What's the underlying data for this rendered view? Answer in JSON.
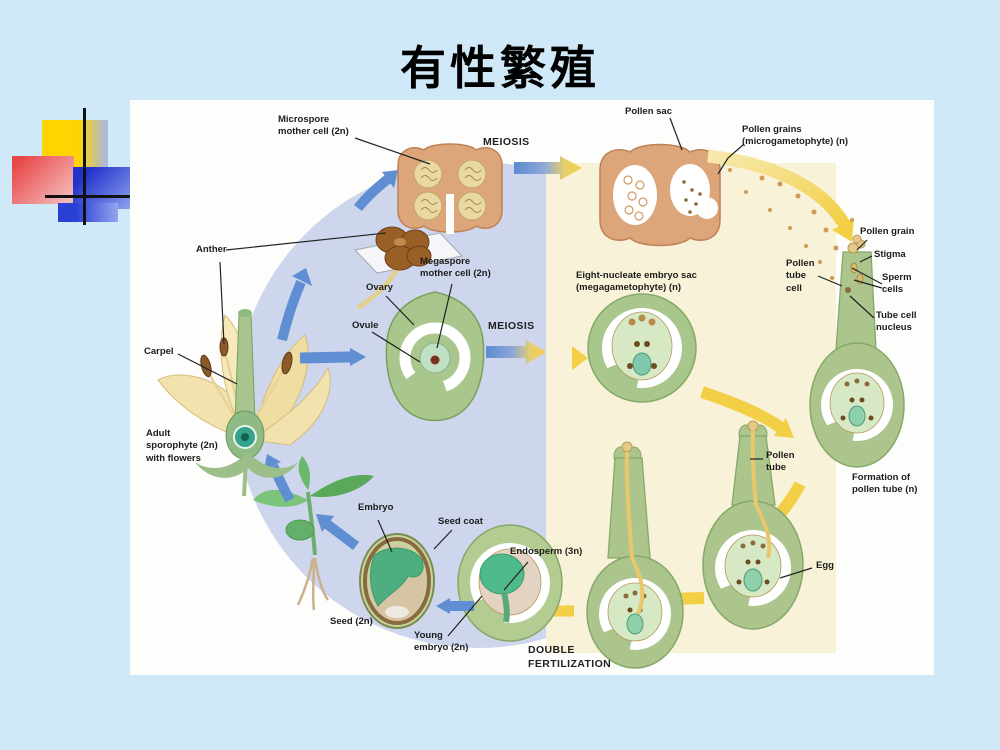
{
  "slide": {
    "title": "有性繁殖"
  },
  "palette": {
    "slide_bg": "#cfe9f8",
    "panel_bg": "#fdfdfb",
    "sporophyte_circle_blue": "#cdd6ec",
    "gametophyte_area_yellow": "#f8f2d8",
    "blue_arrow": "#5f8fd2",
    "yellow_arrow": "#f2cf45",
    "anther_tan": "#dda57a",
    "microspore_yellow": "#e9d8a2",
    "plant_green": "#abc58d",
    "ovule_inner_green": "#d6e8c4",
    "egg_teal": "#7fc8ac",
    "embryo_green": "#4fae7f",
    "seed_coat_brown": "#8a6a3e",
    "decor_yellow": "#ffd400",
    "decor_red": "#e84848",
    "decor_blue": "#2a3fd4"
  },
  "diagram": {
    "labels": {
      "microspore_mother_cell": "Microspore\nmother cell (2n)",
      "meiosis_top": "MEIOSIS",
      "pollen_sac": "Pollen sac",
      "pollen_grains": "Pollen grains\n(microgametophyte) (n)",
      "pollen_grain": "Pollen grain",
      "stigma": "Stigma",
      "pollen_tube_cell": "Pollen\ntube\ncell",
      "sperm_cells": "Sperm\ncells",
      "tube_cell_nucleus": "Tube cell\nnucleus",
      "ovary": "Ovary",
      "ovule": "Ovule",
      "megaspore_mother_cell": "Megaspore\nmother cell (2n)",
      "meiosis_mid": "MEIOSIS",
      "embryo_sac": "Eight-nucleate embryo sac\n(megagametophyte) (n)",
      "anther": "Anther",
      "carpel": "Carpel",
      "adult_sporophyte": "Adult\nsporophyte (2n)\nwith flowers",
      "embryo": "Embryo",
      "seed_coat": "Seed coat",
      "seed": "Seed (2n)",
      "endosperm": "Endosperm (3n)",
      "young_embryo": "Young\nembryo (2n)",
      "double_fertilization": "DOUBLE\nFERTILIZATION",
      "pollen_tube": "Pollen\ntube",
      "formation_pollen_tube": "Formation of\npollen tube (n)",
      "egg": "Egg"
    }
  }
}
